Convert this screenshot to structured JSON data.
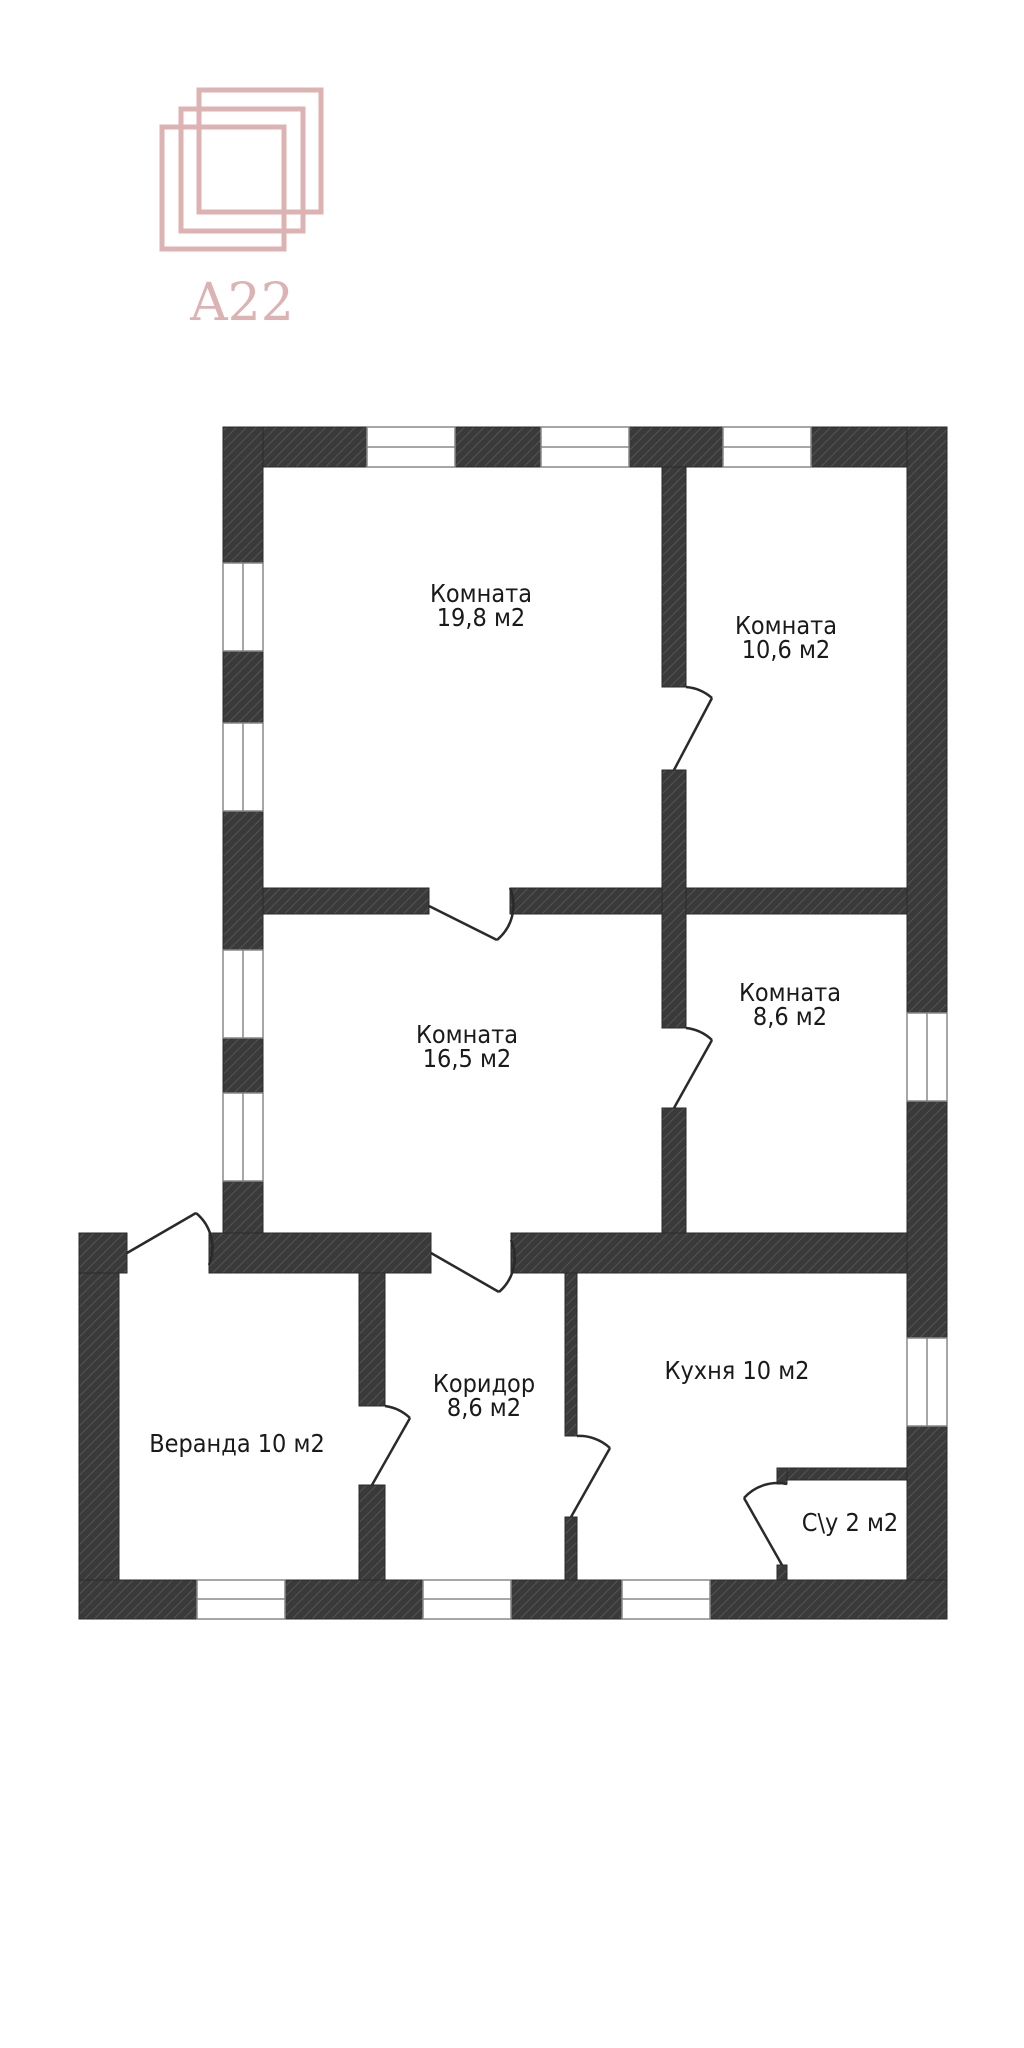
{
  "logo": {
    "text": "A22",
    "color": "#dcb2b2"
  },
  "colors": {
    "wall": "#3a3a3a",
    "hatch": "#5a5a5a",
    "window_frame": "#888888"
  },
  "rooms": [
    {
      "name": "Комната",
      "area": "19,8 м2"
    },
    {
      "name": "Комната",
      "area": "10,6 м2"
    },
    {
      "name": "Комната",
      "area": "16,5 м2"
    },
    {
      "name": "Комната",
      "area": "8,6 м2"
    },
    {
      "name": "Коридор",
      "area": "8,6 м2"
    },
    {
      "name": "Веранда 10 м2",
      "area": ""
    },
    {
      "name": "Кухня 10 м2",
      "area": ""
    },
    {
      "name": "С\\у 2 м2",
      "area": ""
    }
  ]
}
